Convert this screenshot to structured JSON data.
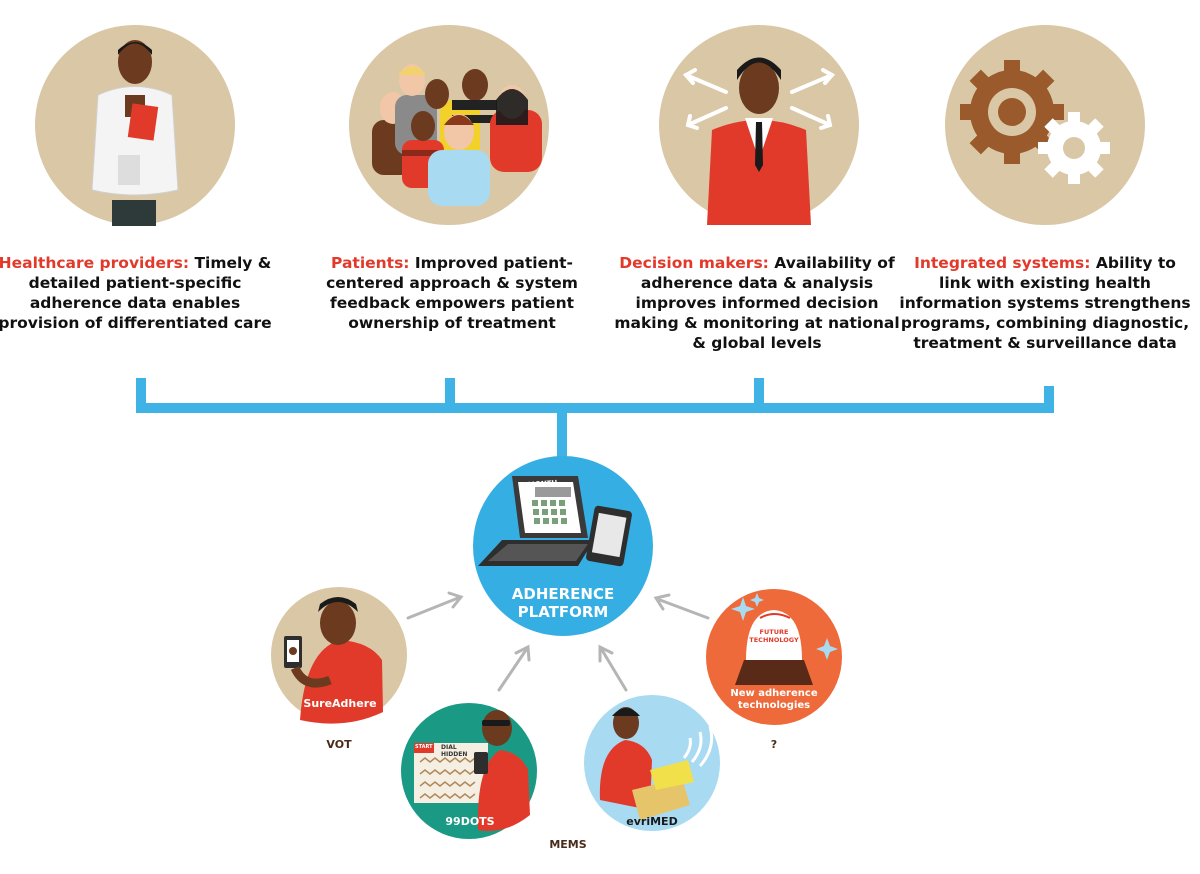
{
  "stakeholders": [
    {
      "heading": "Healthcare providers:",
      "text": " Timely & detailed patient-specific adherence data enables provision of differentiated care",
      "icon": "doctor-icon"
    },
    {
      "heading": "Patients:",
      "text": " Improved patient-centered approach & system feedback empowers patient ownership of treatment",
      "icon": "patients-group-icon"
    },
    {
      "heading": "Decision makers:",
      "text": " Availability of adherence data & analysis improves informed decision making & monitoring at national & global levels",
      "icon": "decision-maker-icon"
    },
    {
      "heading": "Integrated systems:",
      "text": " Ability to link with existing health information systems strengthens programs, combining diagnostic, treatment & surveillance data",
      "icon": "gears-icon"
    }
  ],
  "platform": {
    "title_line1": "ADHERENCE",
    "title_line2": "PLATFORM",
    "month_label": "MONTH"
  },
  "technologies": [
    {
      "badge": "SureAdhere",
      "caption": "VOT"
    },
    {
      "badge": "99DOTS",
      "caption": ""
    },
    {
      "badge": "evriMED",
      "caption": "MEMS"
    },
    {
      "badge": "New adherence technologies",
      "caption": "?"
    }
  ],
  "future_label_line1": "FUTURE",
  "future_label_line2": "TECHNOLOGY",
  "dots_panel_line1": "DIAL",
  "dots_panel_line2": "HIDDEN",
  "dots_panel_start": "START",
  "colors": {
    "accent_red": "#e23a2a",
    "connector_blue": "#3fb3e6",
    "circle_beige": "#d9c7a6",
    "platform_blue": "#35aee3",
    "teal": "#1a9a84",
    "orange": "#ee6a3a",
    "light_blue": "#a8daf2"
  }
}
